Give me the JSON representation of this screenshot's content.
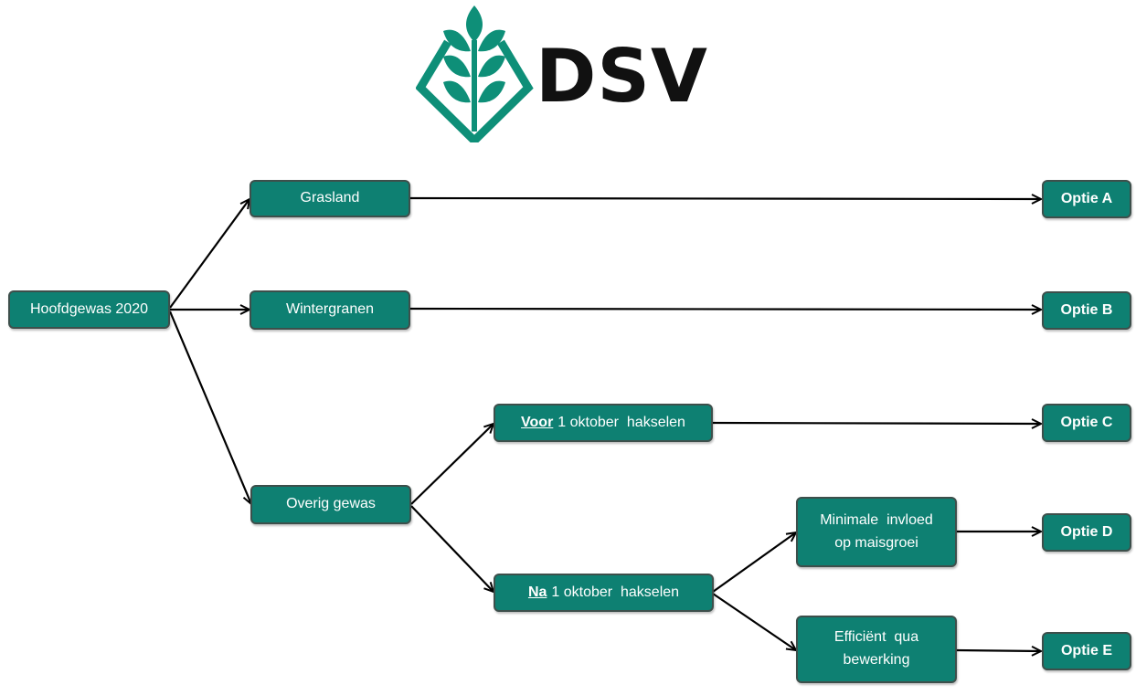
{
  "logo": {
    "text": "DSV",
    "icon": "wheat-diamond-icon",
    "colors": {
      "green": "#0e8f78",
      "text": "#111111"
    }
  },
  "colors": {
    "node_fill": "#0e8072",
    "node_border": "#3d4f4b",
    "edge": "#000000"
  },
  "nodes": {
    "hoofdgewas": {
      "label": "Hoofdgewas 2020"
    },
    "grasland": {
      "label": "Grasland"
    },
    "wintergranen": {
      "label": "Wintergranen"
    },
    "overig": {
      "label": "Overig gewas"
    },
    "voor": {
      "emph": "Voor",
      "rest": "1 oktober  hakselen"
    },
    "na": {
      "emph": "Na",
      "rest": "1 oktober  hakselen"
    },
    "minimale": {
      "line1": "Minimale  invloed",
      "line2": "op maisgroei"
    },
    "efficient": {
      "line1": "Efficiënt  qua",
      "line2": "bewerking"
    },
    "optie_a": {
      "label": "Optie A"
    },
    "optie_b": {
      "label": "Optie B"
    },
    "optie_c": {
      "label": "Optie C"
    },
    "optie_d": {
      "label": "Optie D"
    },
    "optie_e": {
      "label": "Optie E"
    }
  }
}
